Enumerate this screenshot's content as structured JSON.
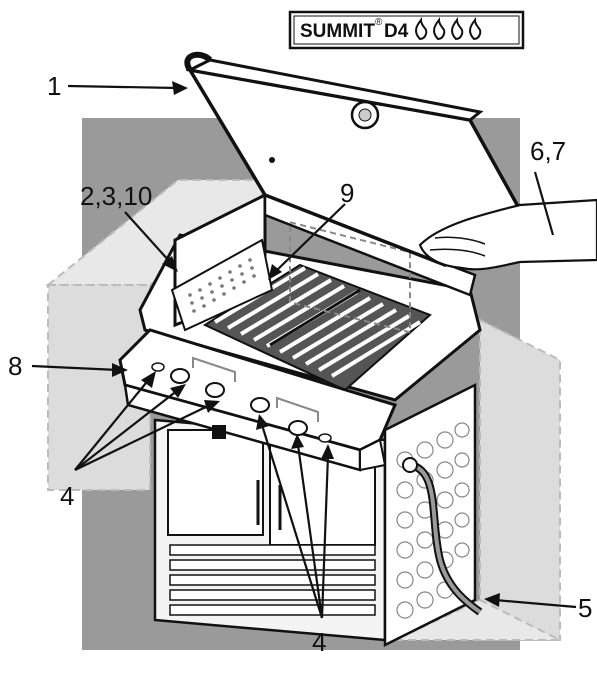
{
  "brand": {
    "name": "SUMMIT",
    "registered": "®",
    "model": "D4",
    "flame_count": 4,
    "flame_icon": "flame-icon"
  },
  "callouts": {
    "c1": "1",
    "c2": "2,3,10",
    "c4_left": "4",
    "c4_bottom": "4",
    "c5": "5",
    "c67": "6,7",
    "c8": "8",
    "c9": "9"
  },
  "colors": {
    "backdrop": "#9a9a9a",
    "line": "#111111",
    "panel": "#ffffff",
    "ghost_fill": "#e4e4e4"
  }
}
